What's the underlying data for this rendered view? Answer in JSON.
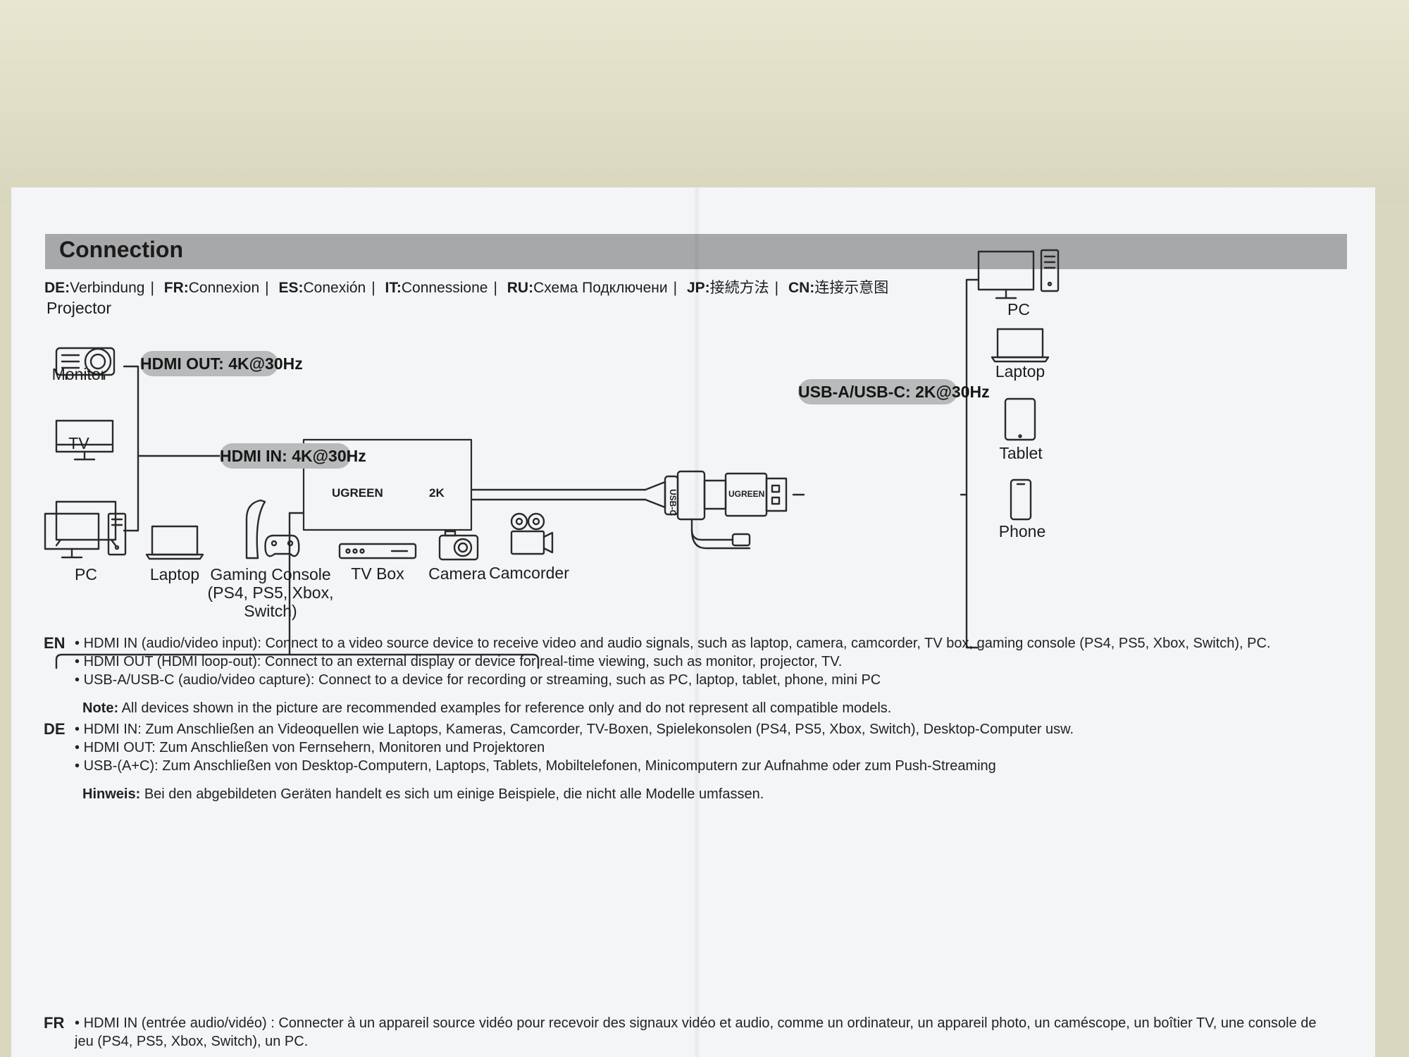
{
  "header": {
    "title": "Connection"
  },
  "languages": [
    {
      "code": "DE:",
      "text": "Verbindung"
    },
    {
      "code": "FR:",
      "text": "Connexion"
    },
    {
      "code": "ES:",
      "text": "Conexión"
    },
    {
      "code": "IT:",
      "text": "Connessione"
    },
    {
      "code": "RU:",
      "text": "Схема Подключени"
    },
    {
      "code": "JP:",
      "text": "接続方法"
    },
    {
      "code": "CN:",
      "text": "连接示意图"
    }
  ],
  "diagram": {
    "output_devices": [
      "Projector",
      "Monitor",
      "TV"
    ],
    "hdmi_out_label": "HDMI OUT: 4K@30Hz",
    "hdmi_in_label": "HDMI IN: 4K@30Hz",
    "usb_label": "USB-A/USB-C: 2K@30Hz",
    "capture_brand": "UGREEN",
    "capture_res": "2K",
    "usb_c_text": "USB-C",
    "plug_brand": "UGREEN",
    "input_devices": [
      "PC",
      "Laptop",
      "Gaming Console\n(PS4, PS5, Xbox,\nSwitch)",
      "TV Box",
      "Camera",
      "Camcorder"
    ],
    "capture_devices": [
      "PC",
      "Laptop",
      "Tablet",
      "Phone"
    ]
  },
  "en": {
    "code": "EN",
    "bullets": [
      "HDMI IN (audio/video input): Connect to a video source device to receive video and audio signals, such as laptop, camera, camcorder, TV box, gaming console (PS4, PS5, Xbox, Switch), PC.",
      "HDMI OUT (HDMI loop-out): Connect to an external display or device for real-time viewing, such as monitor, projector, TV.",
      "USB-A/USB-C (audio/video capture): Connect to a device for recording or streaming, such as PC, laptop, tablet, phone, mini PC"
    ],
    "note_label": "Note:",
    "note_text": "All devices shown in the picture are recommended examples for reference only and do not represent all compatible models."
  },
  "de": {
    "code": "DE",
    "bullets": [
      "HDMI IN: Zum Anschließen an Videoquellen wie Laptops, Kameras, Camcorder, TV-Boxen, Spielekonsolen (PS4, PS5, Xbox, Switch), Desktop-Computer usw.",
      "HDMI OUT: Zum Anschließen von Fernsehern, Monitoren und Projektoren",
      "USB-(A+C): Zum Anschließen von Desktop-Computern, Laptops, Tablets, Mobiltelefonen, Minicomputern zur Aufnahme oder zum Push-Streaming"
    ],
    "note_label": "Hinweis:",
    "note_text": "Bei den abgebildeten Geräten handelt es sich um einige Beispiele, die nicht alle Modelle umfassen."
  },
  "fr": {
    "code": "FR",
    "bullets": [
      "HDMI IN (entrée audio/vidéo) : Connecter à un appareil source vidéo pour recevoir des signaux vidéo et audio, comme un ordinateur, un appareil photo, un caméscope, un boîtier TV, une console de",
      "jeu (PS4, PS5, Xbox, Switch), un PC."
    ]
  },
  "colors": {
    "header_bar": "#a7a8aa",
    "pill": "#b9babb",
    "paper": "#f4f5f7",
    "background": "#d9d8bf"
  }
}
